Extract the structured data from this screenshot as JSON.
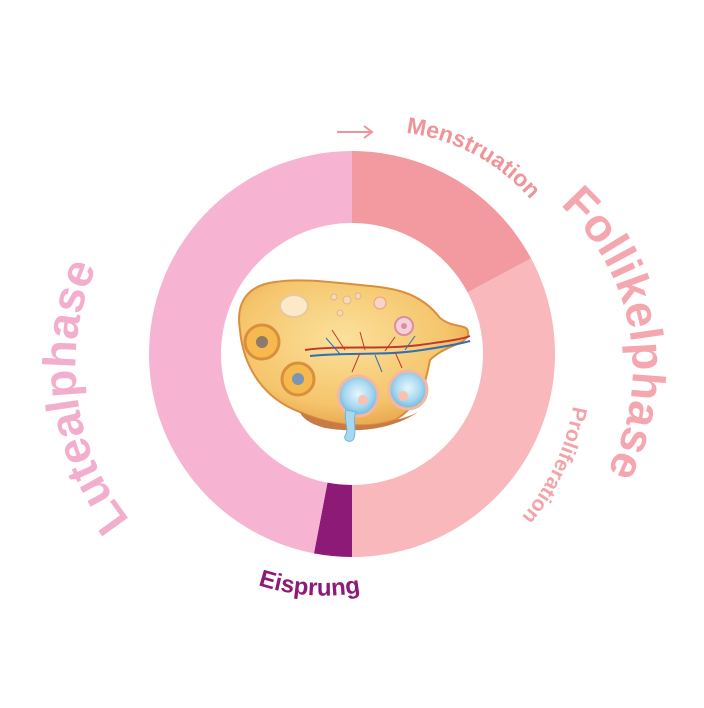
{
  "labels": {
    "menstruation": "Menstruation",
    "follikelphase": "Follikelphase",
    "proliferation": "Proliferation",
    "lutealphase": "Lutealphase",
    "eisprung": "Eisprung",
    "arrow": "→"
  },
  "colors": {
    "menstruation": "#f39aa0",
    "follikelphase": "#f8b8bc",
    "eisprung": "#8e1a78",
    "lutealphase": "#f6b4d2",
    "menstruation_text": "#f0949a",
    "follikelphase_text": "#f4a7ae",
    "proliferation_text": "#f2a4aa",
    "lutealphase_text": "#f4aecd",
    "eisprung_text": "#8e1a78",
    "ovary": "#f5c56c",
    "ovary_edge": "#e6a24a",
    "follicle": "#a8d8f0"
  },
  "ring": {
    "segments": [
      {
        "name": "menstruation",
        "share": 0.172
      },
      {
        "name": "follikelphase",
        "share": 0.328
      },
      {
        "name": "eisprung",
        "share": 0.03
      },
      {
        "name": "lutealphase",
        "share": 0.47
      }
    ]
  },
  "icons": {
    "center": "ovary-illustration-icon",
    "arrow": "arrow-right-icon"
  }
}
